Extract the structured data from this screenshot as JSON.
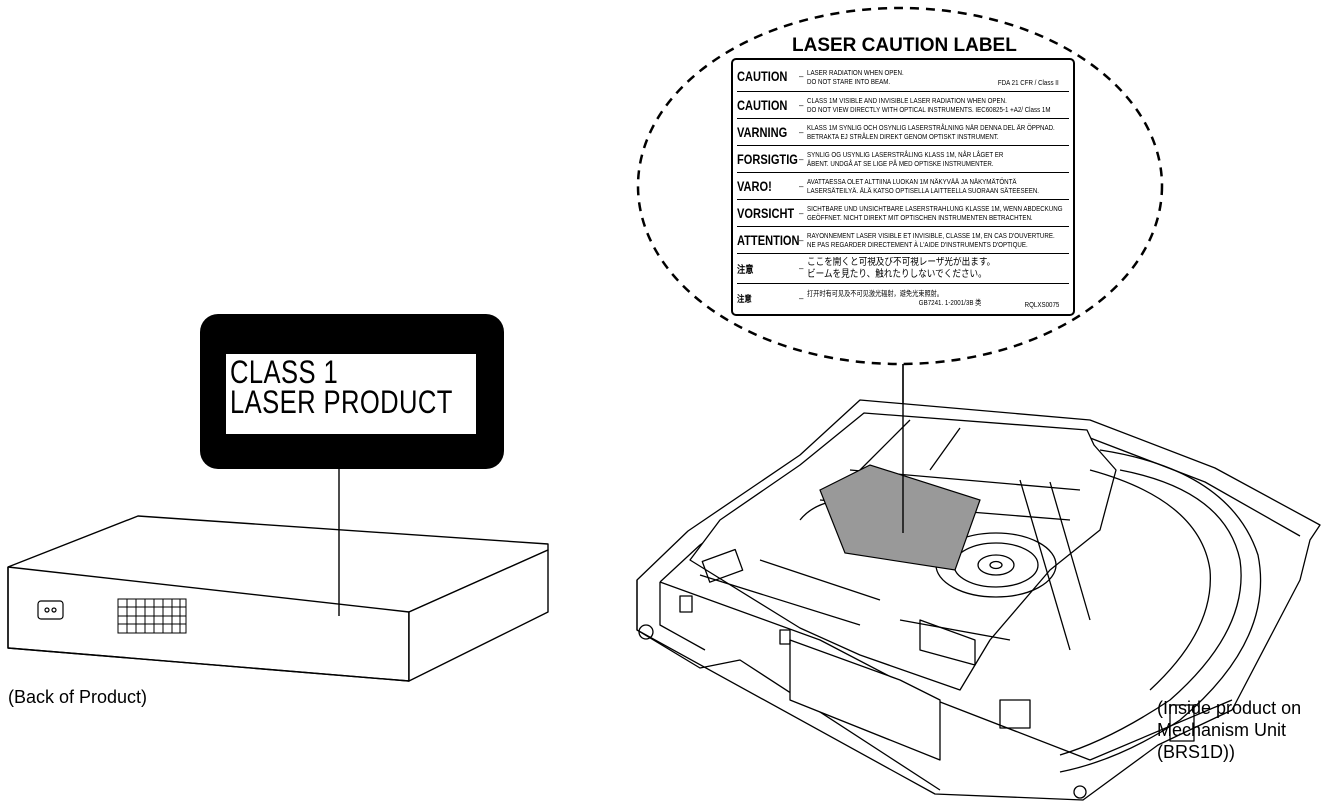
{
  "class1_label": {
    "line1": "CLASS 1",
    "line2": "LASER PRODUCT"
  },
  "caution_label": {
    "title": "LASER CAUTION LABEL",
    "rows": [
      {
        "label": "CAUTION",
        "lines": [
          "LASER RADIATION WHEN OPEN.",
          "DO NOT STARE INTO BEAM."
        ],
        "right": "FDA 21 CFR / Class II"
      },
      {
        "label": "CAUTION",
        "lines": [
          "CLASS 1M VISIBLE AND INVISIBLE LASER RADIATION WHEN OPEN.",
          "DO NOT VIEW DIRECTLY WITH OPTICAL INSTRUMENTS.   IEC60825-1 +A2/ Class 1M"
        ]
      },
      {
        "label": "VARNING",
        "lines": [
          "KLASS 1M SYNLIG OCH OSYNLIG LASERSTRÅLNING NÄR DENNA DEL ÄR ÖPPNAD.",
          "BETRAKTA EJ STRÅLEN DIREKT GENOM OPTISKT INSTRUMENT."
        ]
      },
      {
        "label": "FORSIGTIG",
        "lines": [
          "SYNLIG OG USYNLIG LASERSTRÅLING KLASS 1M,  NÅR LÅGET ER",
          "ÅBENT.  UNDGÅ AT SE LIGE PÅ MED OPTISKE INSTRUMENTER."
        ]
      },
      {
        "label": "VARO!",
        "lines": [
          "AVATTAESSA OLET ALTTIINA LUOKAN 1M NÄKYVÄÄ JA NÄKYMÄTÖNTÄ",
          "LASERSÄTEILYÄ.  ÄLÄ KATSO OPTISELLA LAITTEELLA SUORAAN SÄTEESEEN."
        ]
      },
      {
        "label": "VORSICHT",
        "lines": [
          "SICHTBARE UND UNSICHTBARE LASERSTRAHLUNG KLASSE 1M, WENN ABDECKUNG",
          "GEÖFFNET.  NICHT DIREKT MIT OPTISCHEN INSTRUMENTEN BETRACHTEN."
        ]
      },
      {
        "label": "ATTENTION",
        "lines": [
          "RAYONNEMENT LASER VISIBLE ET INVISIBLE,  CLASSE 1M, EN CAS D'OUVERTURE.",
          "NE PAS REGARDER DIRECTEMENT À L'AIDE D'INSTRUMENTS D'OPTIQUE."
        ]
      },
      {
        "label": "注意",
        "lines": [
          "ここを開くと可視及び不可視レーザ光が出ます。",
          "ビームを見たり、触れたりしないでください。"
        ]
      },
      {
        "label": "注意",
        "lines": [
          "打开时有可见及不可见激光辐射，避免光束照射。",
          "GB7241. 1-2001/3B 类"
        ],
        "right": "RQLXS0075"
      }
    ]
  },
  "captions": {
    "back": "(Back of Product)",
    "inside": [
      "(Inside product on",
      "Mechanism Unit",
      "(BRS1D))"
    ]
  }
}
